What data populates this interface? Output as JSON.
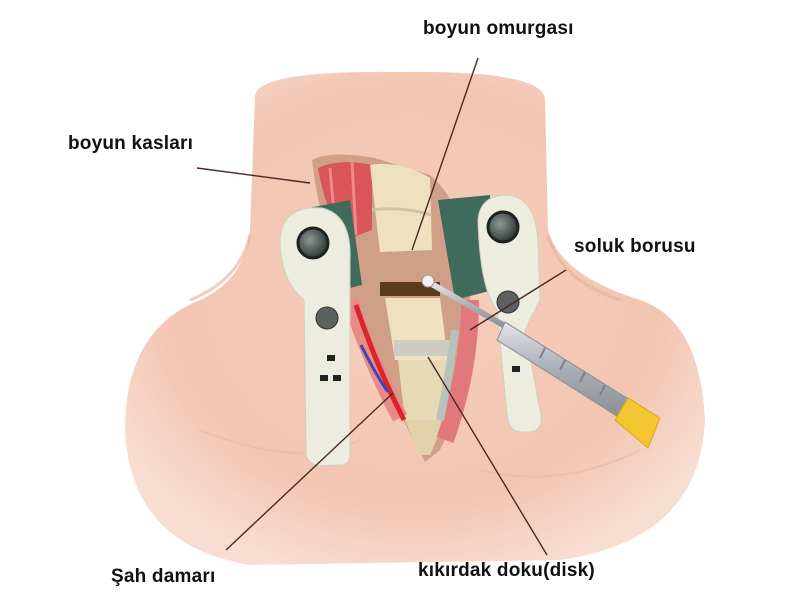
{
  "diagram": {
    "subject": "Anterior cervical discectomy surgical view of the neck",
    "colors": {
      "skin": "#f3c9b4",
      "skin_shadow": "#e8b29c",
      "muscle": "#d9555a",
      "artery": "#d8262a",
      "vein": "#3b48b5",
      "bone": "#efe1bf",
      "disc_gap": "#5a3b1c",
      "retractor_body": "#ececdf",
      "retractor_pad": "#3f6a5c",
      "instrument": "#b9bcc2",
      "instrument_tip": "#f2c531",
      "leader_line": "#4a2a25"
    },
    "labels": [
      {
        "id": "cervical-spine",
        "text": "boyun omurgası"
      },
      {
        "id": "neck-muscles",
        "text": "boyun kasları"
      },
      {
        "id": "trachea",
        "text": "soluk borusu"
      },
      {
        "id": "carotid-artery",
        "text": "Şah damarı"
      },
      {
        "id": "cartilage-disc",
        "text": "kıkırdak doku(disk)"
      }
    ]
  }
}
